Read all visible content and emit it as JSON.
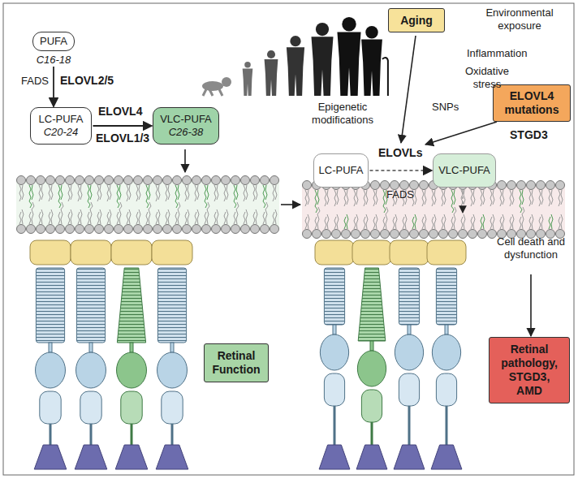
{
  "diagram": {
    "nodes": [
      {
        "text": [
          "PUFA",
          "C16-18"
        ]
      },
      {
        "text": [
          "LC-PUFA",
          "C20-24"
        ]
      },
      {
        "text": [
          "VLC-PUFA",
          "C26-38"
        ]
      },
      {
        "text": [
          "Aging"
        ]
      },
      {
        "text": [
          "ELOVL4 mutations"
        ]
      },
      {
        "text": [
          "LC-PUFA"
        ]
      },
      {
        "text": [
          "VLC-PUFA"
        ]
      },
      {
        "text": [
          "Retinal Function"
        ]
      },
      {
        "text": [
          "Retinal pathology, STGD3, AMD"
        ]
      }
    ],
    "edges": [
      {
        "from": 0,
        "to": 1,
        "arrow": "to"
      },
      {
        "from": 1,
        "to": 2,
        "arrow": "to"
      },
      {
        "from": 5,
        "to": 6,
        "arrow": "to"
      }
    ],
    "labels": [
      "FADS",
      "ELOVL2/5",
      "ELOVL4",
      "ELOVL1/3",
      "Environmental exposure",
      "Inflammation",
      "Oxidative stress",
      "SNPs",
      "Epigenetic modifications",
      "STGD3",
      "ELOVLs",
      "FADS",
      "Cell death and dysfunction"
    ]
  }
}
